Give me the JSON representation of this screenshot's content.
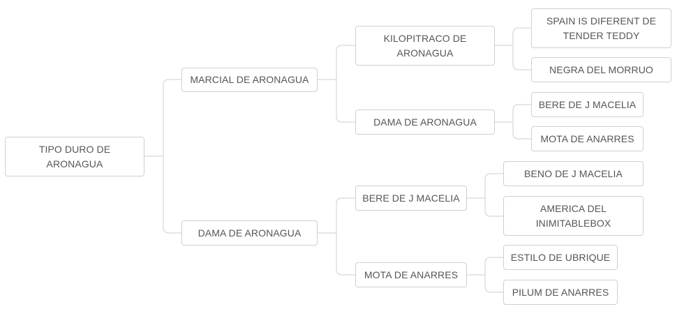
{
  "tree": {
    "root": {
      "label": "TIPO DURO DE ARONAGUA",
      "sire": {
        "label": "MARCIAL DE ARONAGUA",
        "sire": {
          "label": "KILOPITRACO DE ARONAGUA",
          "sire": {
            "label": "SPAIN IS DIFERENT DE TENDER TEDDY"
          },
          "dam": {
            "label": "NEGRA DEL MORRUO"
          }
        },
        "dam": {
          "label": "DAMA DE ARONAGUA",
          "sire": {
            "label": "BERE DE J MACELIA"
          },
          "dam": {
            "label": "MOTA DE ANARRES"
          }
        }
      },
      "dam": {
        "label": "DAMA DE ARONAGUA",
        "sire": {
          "label": "BERE DE J MACELIA",
          "sire": {
            "label": "BENO DE J MACELIA"
          },
          "dam": {
            "label": "AMERICA DEL INIMITABLEBOX"
          }
        },
        "dam": {
          "label": "MOTA DE ANARRES",
          "sire": {
            "label": "ESTILO DE UBRIQUE"
          },
          "dam": {
            "label": "PILUM DE ANARRES"
          }
        }
      }
    }
  }
}
